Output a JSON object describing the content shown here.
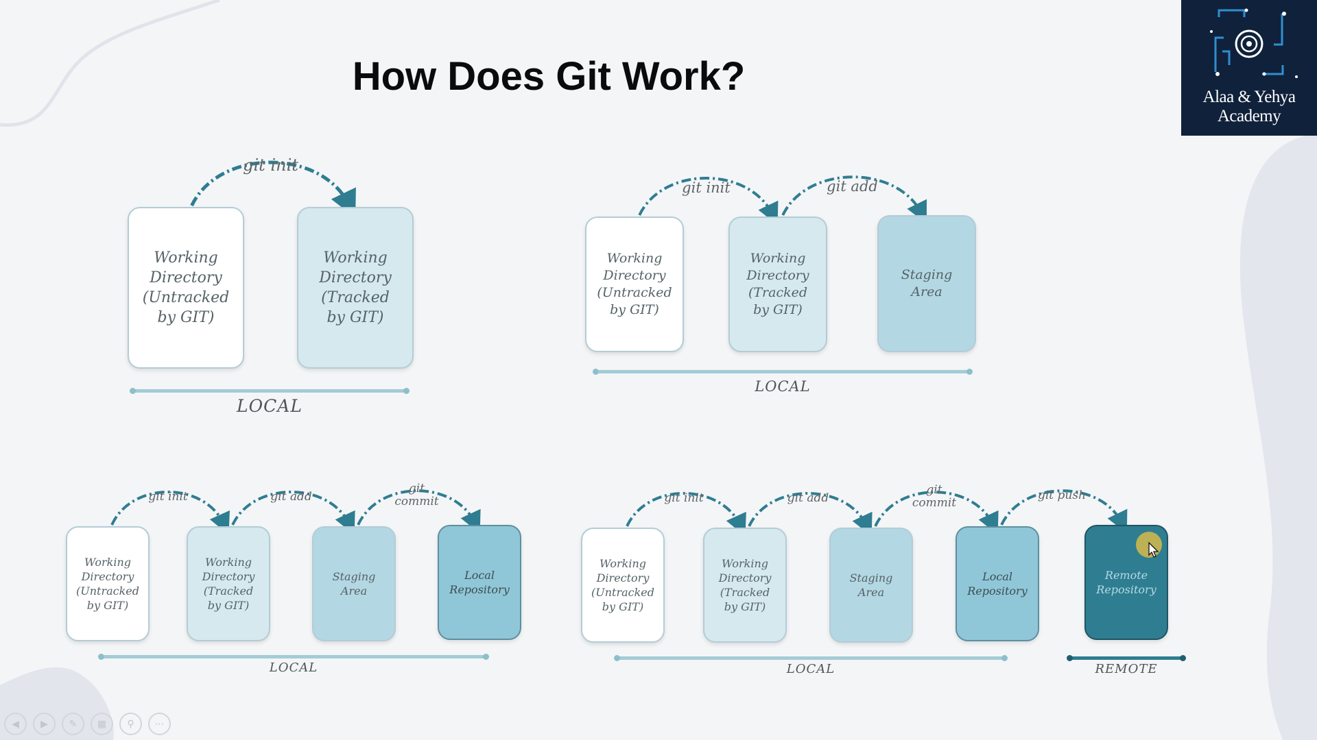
{
  "title": "How Does Git Work?",
  "logo": {
    "text": "Alaa & Yehya Academy"
  },
  "panels": [
    {
      "boxes": [
        {
          "kind": "untracked",
          "text": "Working\nDirectory\n(Untracked\nby GIT)"
        },
        {
          "kind": "tracked",
          "text": "Working\nDirectory\n(Tracked\nby GIT)"
        }
      ],
      "commands": [
        "git init"
      ],
      "footers": [
        "LOCAL"
      ]
    },
    {
      "boxes": [
        {
          "kind": "untracked",
          "text": "Working\nDirectory\n(Untracked\nby GIT)"
        },
        {
          "kind": "tracked",
          "text": "Working\nDirectory\n(Tracked\nby GIT)"
        },
        {
          "kind": "staging",
          "text": "Staging\nArea"
        }
      ],
      "commands": [
        "git init",
        "git add"
      ],
      "footers": [
        "LOCAL"
      ]
    },
    {
      "boxes": [
        {
          "kind": "untracked",
          "text": "Working\nDirectory\n(Untracked\nby GIT)"
        },
        {
          "kind": "tracked",
          "text": "Working\nDirectory\n(Tracked\nby GIT)"
        },
        {
          "kind": "staging",
          "text": "Staging\nArea"
        },
        {
          "kind": "local",
          "text": "Local\nRepository"
        }
      ],
      "commands": [
        "git init",
        "git add",
        "git\ncommit"
      ],
      "footers": [
        "LOCAL"
      ]
    },
    {
      "boxes": [
        {
          "kind": "untracked",
          "text": "Working\nDirectory\n(Untracked\nby GIT)"
        },
        {
          "kind": "tracked",
          "text": "Working\nDirectory\n(Tracked\nby GIT)"
        },
        {
          "kind": "staging",
          "text": "Staging\nArea"
        },
        {
          "kind": "local",
          "text": "Local\nRepository"
        },
        {
          "kind": "remote",
          "text": "Remote\nRepository"
        }
      ],
      "commands": [
        "git init",
        "git add",
        "git\ncommit",
        "git push"
      ],
      "footers": [
        "LOCAL",
        "REMOTE"
      ]
    }
  ],
  "controls": [
    "previous-icon",
    "next-icon",
    "pen-icon",
    "slides-icon",
    "zoom-icon",
    "more-icon"
  ],
  "colors": {
    "arrow": "#2f7d91",
    "untracked": "#ffffff",
    "tracked": "#d6e9ef",
    "staging": "#b3d7e3",
    "local": "#8fc7d8",
    "remote": "#2f7d91"
  }
}
